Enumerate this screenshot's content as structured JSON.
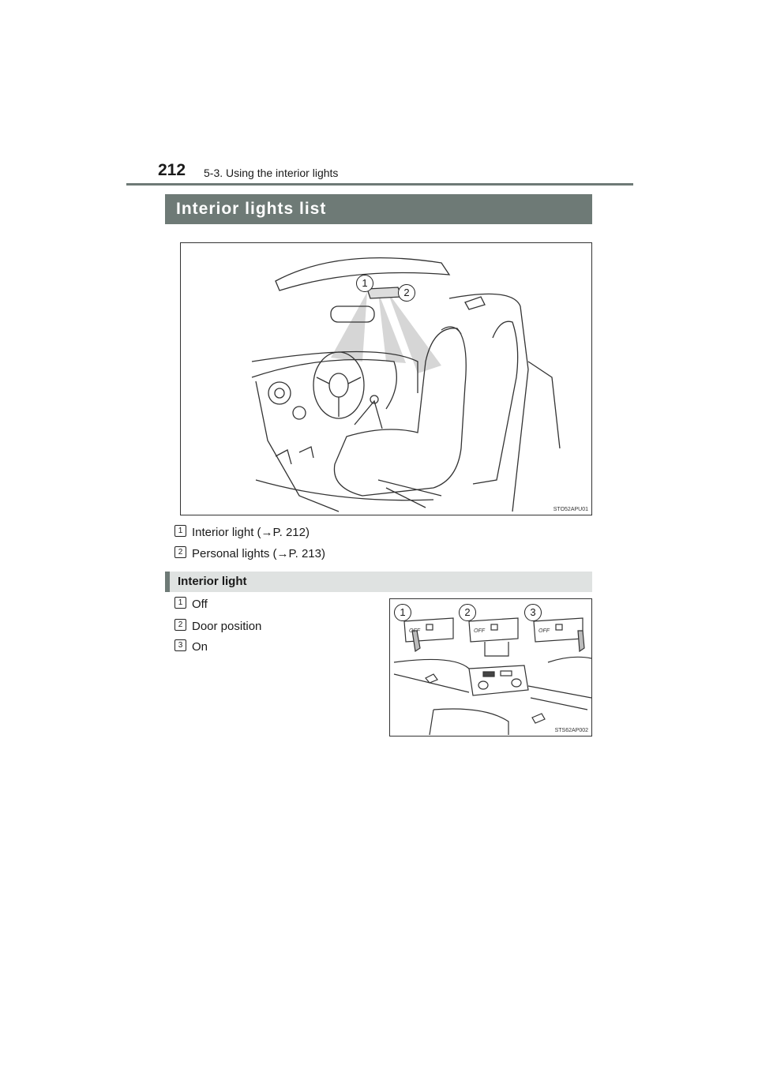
{
  "header": {
    "page_number": "212",
    "section": "5-3. Using the interior lights"
  },
  "section_title": "Interior lights list",
  "figure1": {
    "code": "STO52APU01",
    "callouts": [
      "1",
      "2"
    ]
  },
  "list1": [
    {
      "number": "1",
      "text": "Interior light (→P. 212)"
    },
    {
      "number": "2",
      "text": "Personal lights (→P. 213)"
    }
  ],
  "subsection_title": "Interior light",
  "list2": [
    {
      "number": "1",
      "text": "Off"
    },
    {
      "number": "2",
      "text": "Door position"
    },
    {
      "number": "3",
      "text": "On"
    }
  ],
  "figure2": {
    "code": "STS62AP002",
    "callouts": [
      "1",
      "2",
      "3"
    ],
    "switch_label": "OFF"
  }
}
